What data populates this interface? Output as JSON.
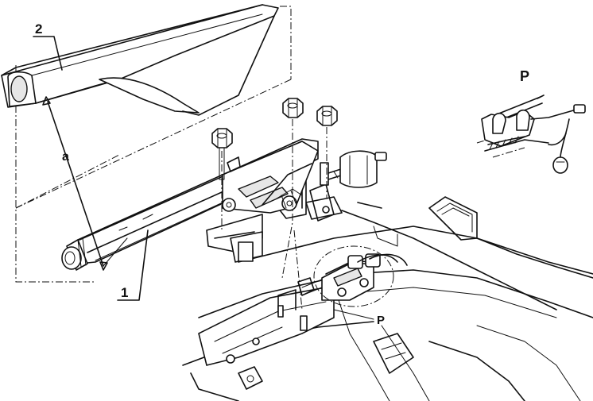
{
  "labels": {
    "cover": "2",
    "lever": "1",
    "dimension": "a",
    "detail_marker": "P",
    "detail_title": "P"
  }
}
